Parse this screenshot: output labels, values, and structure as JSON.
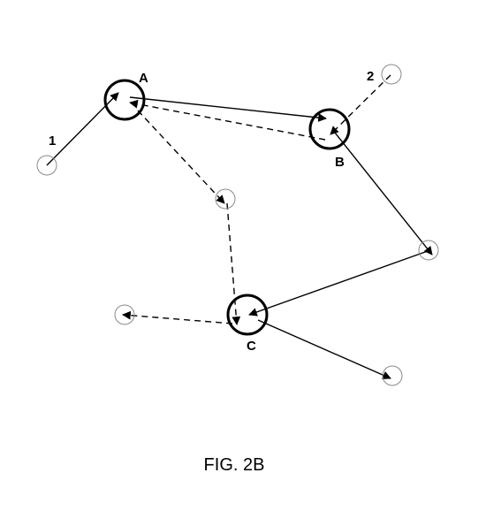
{
  "nodes": {
    "A": {
      "label": "A"
    },
    "B": {
      "label": "B"
    },
    "C": {
      "label": "C"
    }
  },
  "routes": {
    "route1": {
      "label": "1"
    },
    "route2": {
      "label": "2"
    }
  },
  "caption": "FIG. 2B"
}
